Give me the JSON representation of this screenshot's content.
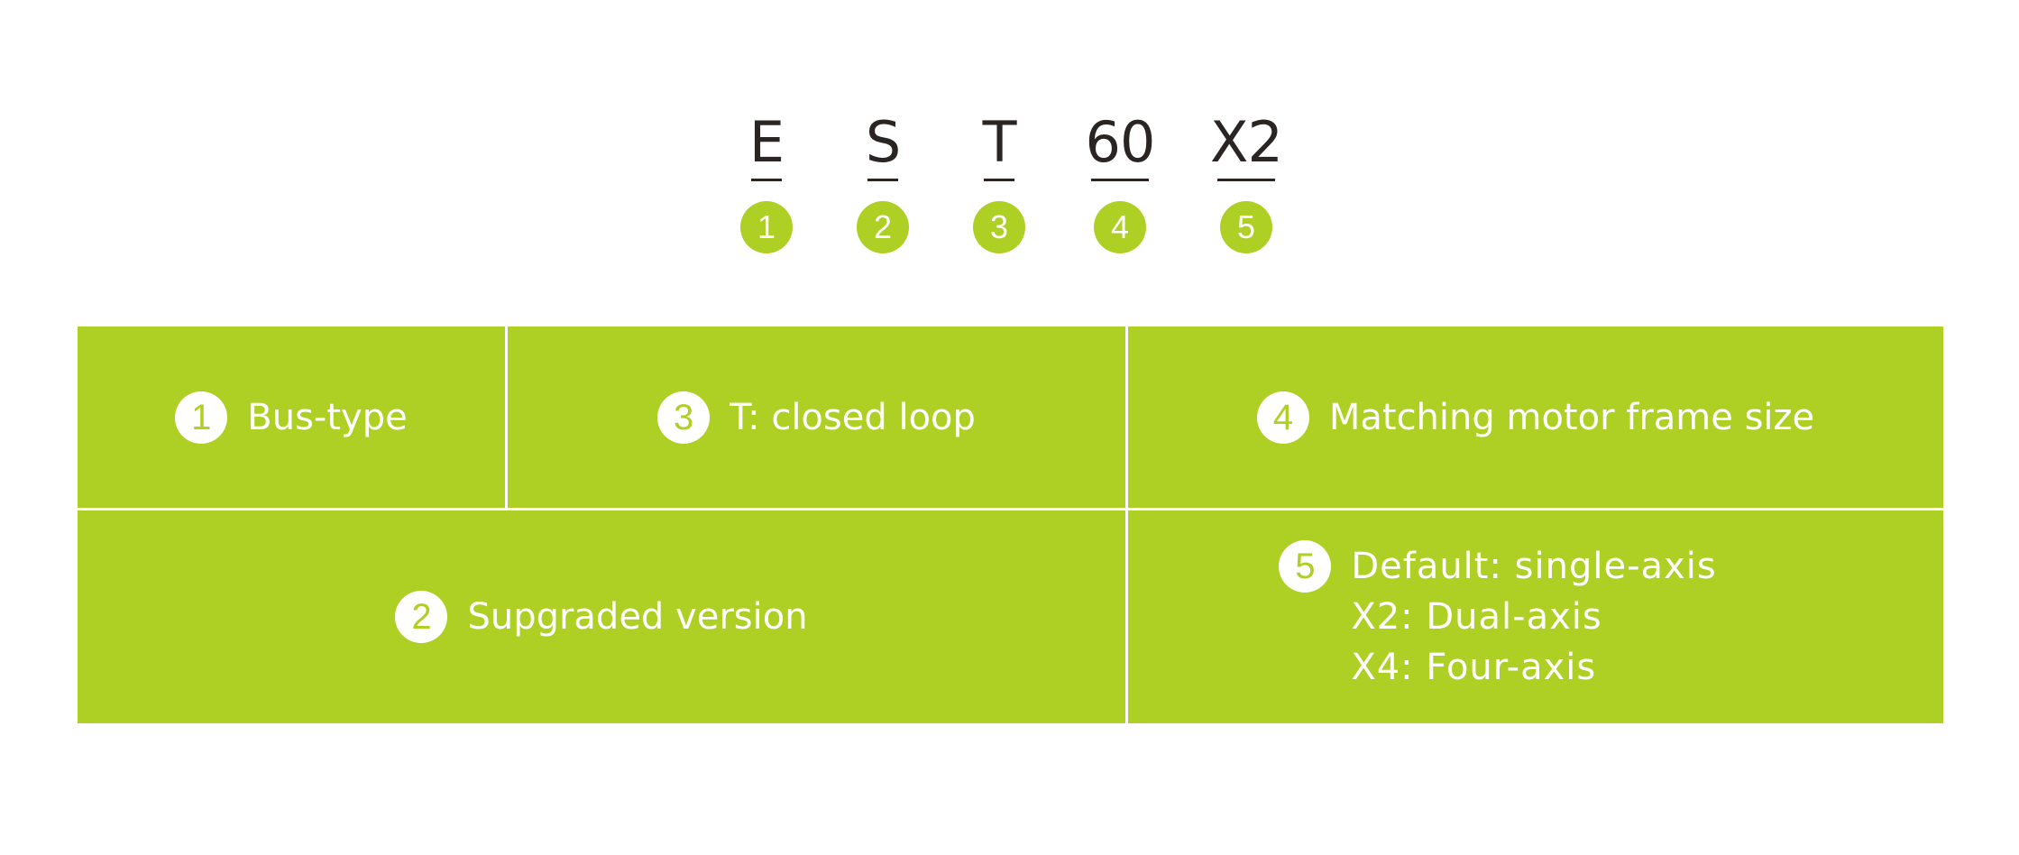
{
  "code": {
    "segments": [
      {
        "letter": "E",
        "num": "1"
      },
      {
        "letter": "S",
        "num": "2"
      },
      {
        "letter": "T",
        "num": "3"
      },
      {
        "letter": "60",
        "num": "4"
      },
      {
        "letter": "X2",
        "num": "5"
      }
    ]
  },
  "table": {
    "cells": {
      "bus_type": {
        "num": "1",
        "text": "Bus-type"
      },
      "closed_loop": {
        "num": "3",
        "text": "T: closed loop"
      },
      "frame_size": {
        "num": "4",
        "text": "Matching motor frame size"
      },
      "upgraded": {
        "num": "2",
        "text": "Supgraded version"
      },
      "axis": {
        "num": "5",
        "lines": [
          "Default: single-axis",
          "X2: Dual-axis",
          "X4: Four-axis"
        ]
      }
    }
  },
  "colors": {
    "accent": "#aecf24",
    "text_dark": "#2a2422",
    "white": "#ffffff"
  }
}
